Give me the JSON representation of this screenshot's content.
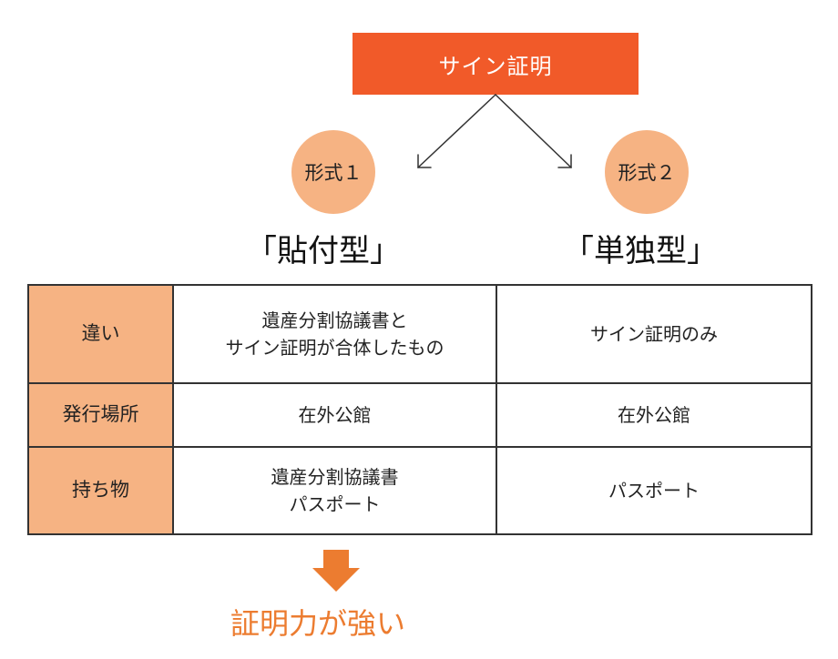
{
  "root": {
    "label": "サイン証明"
  },
  "forms": [
    {
      "badge": "形式１",
      "title": "「貼付型」"
    },
    {
      "badge": "形式２",
      "title": "「単独型」"
    }
  ],
  "table": {
    "rows": [
      {
        "header": "違い",
        "col1": [
          "遺産分割協議書と",
          "サイン証明が合体したもの"
        ],
        "col2": [
          "サイン証明のみ"
        ]
      },
      {
        "header": "発行場所",
        "col1": [
          "在外公館"
        ],
        "col2": [
          "在外公館"
        ]
      },
      {
        "header": "持ち物",
        "col1": [
          "遺産分割協議書",
          "パスポート"
        ],
        "col2": [
          "パスポート"
        ]
      }
    ]
  },
  "conclusion": "証明力が強い",
  "colors": {
    "root_bg": "#f15a29",
    "badge_bg": "#f6b383",
    "header_bg": "#f6b383",
    "arrow": "#ec7c30",
    "conclusion_text": "#ec7c30"
  }
}
